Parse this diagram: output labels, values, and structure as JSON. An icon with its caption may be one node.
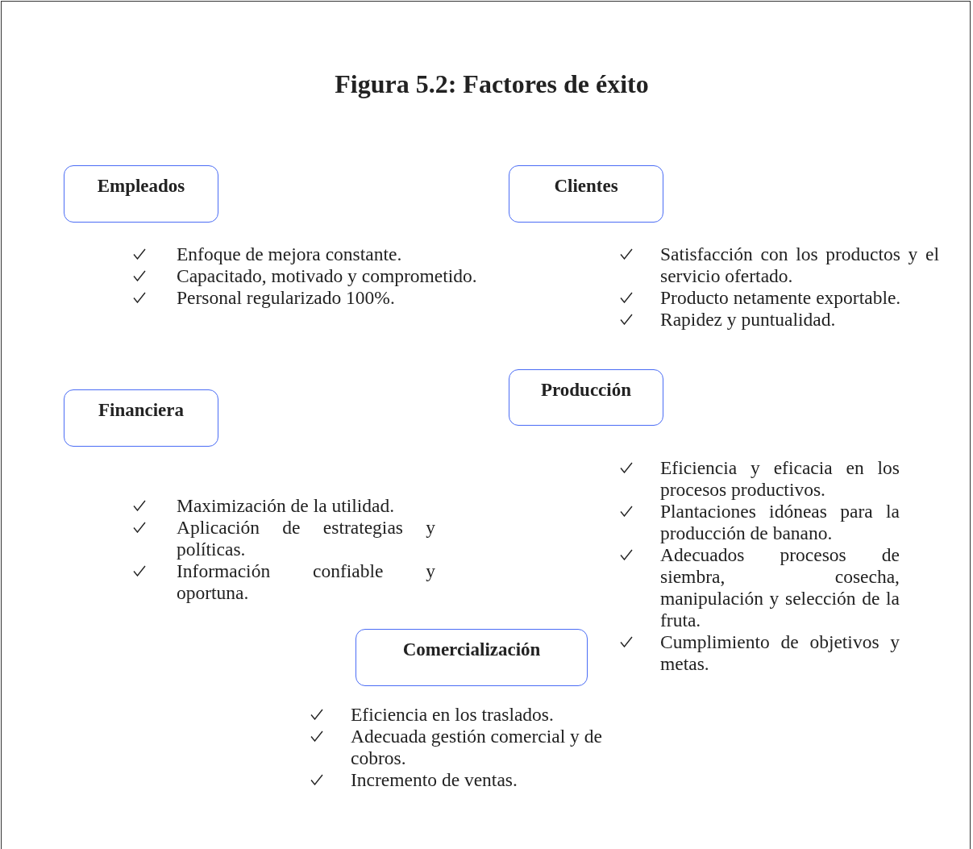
{
  "diagram": {
    "title": "Figura 5.2: Factores de éxito",
    "nodes": [
      {
        "text": [
          "Empleados"
        ],
        "beside": [
          "Enfoque de mejora constante.",
          "Capacitado, motivado y comprometido.",
          "Personal regularizado 100%."
        ]
      },
      {
        "text": [
          "Clientes"
        ],
        "beside": [
          "Satisfacción con los productos y el servicio ofertado.",
          "Producto netamente exportable.",
          "Rapidez y puntualidad."
        ]
      },
      {
        "text": [
          "Financiera"
        ],
        "beside": [
          "Maximización de la utilidad.",
          "Aplicación de estrategias y políticas.",
          "Información confiable y oportuna."
        ]
      },
      {
        "text": [
          "Producción"
        ],
        "beside": [
          "Eficiencia y eficacia en los procesos productivos.",
          "Plantaciones idóneas para la producción de banano.",
          "Adecuados procesos de siembra, cosecha, manipulación y selección de la fruta.",
          "Cumplimiento de objetivos y metas."
        ]
      },
      {
        "text": [
          "Comercialización"
        ],
        "beside": [
          "Eficiencia en los traslados.",
          "Adecuada gestión comercial y de cobros.",
          "Incremento de ventas."
        ]
      }
    ]
  }
}
